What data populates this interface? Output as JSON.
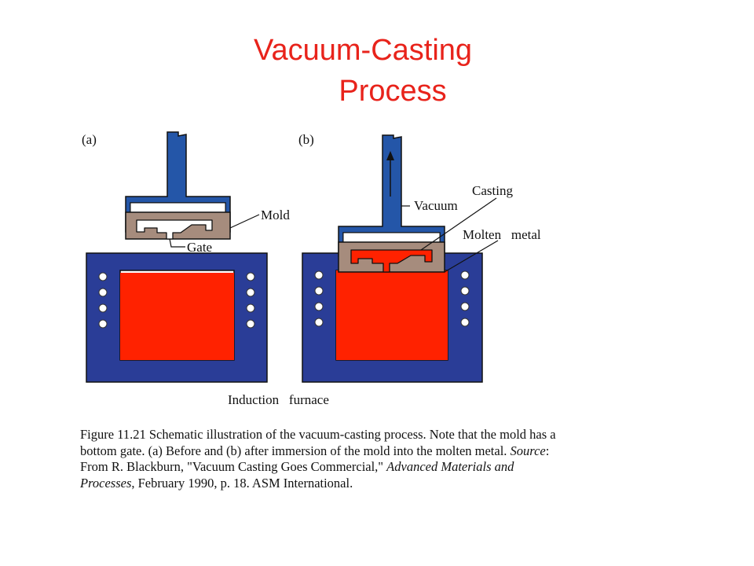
{
  "title": {
    "line1": "Vacuum-Casting",
    "line2": "Process"
  },
  "diagram": {
    "panel_a_label": "(a)",
    "panel_b_label": "(b)",
    "labels": {
      "mold": "Mold",
      "gate": "Gate",
      "vacuum": "Vacuum",
      "casting": "Casting",
      "molten_metal": "Molten   metal",
      "induction_furnace": "Induction   furnace"
    },
    "colors": {
      "furnace_blue": "#2a3d97",
      "molten_red": "#ff2200",
      "mold_brown": "#a68c7d",
      "pipe_blue": "#2456a8"
    }
  },
  "caption": {
    "line1": "Figure 11.21  Schematic illustration of the vacuum-casting process.  Note that the mold has a",
    "line2_a": "bottom gate.  (a) Before and (b) after immersion of the mold into the molten metal.  ",
    "line2_source": "Source",
    "line2_b": ":",
    "line3_a": "From R. Blackburn, \"Vacuum Casting Goes Commercial,\" ",
    "line3_italic": "Advanced Materials and",
    "line4_italic": "Processes",
    "line4_b": ", February 1990, p. 18. ASM International."
  }
}
